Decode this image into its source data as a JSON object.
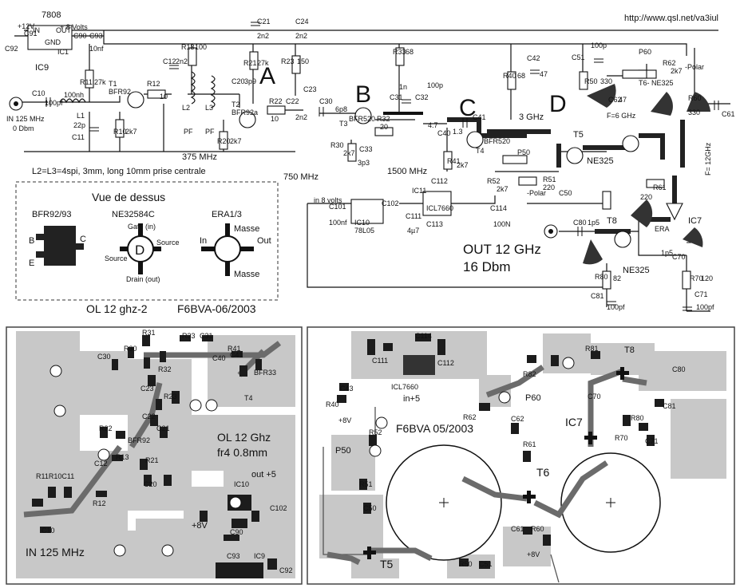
{
  "header": {
    "url": "http://www.qsl.net/va3iul",
    "regulator": "7808",
    "supply_12v": "+12V",
    "supply_8v": "+ 8 Volts",
    "ic9": "IC9",
    "ic1": "IC1",
    "pin_in": "IN",
    "pin_out": "OUT",
    "pin_gnd": "GND"
  },
  "schematic": {
    "input_label": "IN 125 MHz",
    "input_level": "0 Dbm",
    "coil_note": "L2=L3=4spi, 3mm, long 10mm prise centrale",
    "stage_a": "A",
    "stage_b": "B",
    "stage_c": "C",
    "stage_d": "D",
    "freq_375": "375 MHz",
    "freq_750": "750 MHz",
    "freq_1500": "1500 MHz",
    "freq_3g": "3 GHz",
    "freq_6g": "F=6 GHz",
    "freq_12g": "F= 12GHz",
    "supply_8v_node": "in 8 volts",
    "polar": "-Polar",
    "output_label": "OUT 12 GHz",
    "output_level": "16 Dbm",
    "t6_label": "T6- NE325",
    "components": {
      "c10": "C10",
      "c10v": "100pf",
      "c11": "C11",
      "c11v": "22p",
      "r11": "R11",
      "r11v": "27k",
      "l1": "L1",
      "l1v": "100nh",
      "t1": "T1",
      "t1v": "BFR92",
      "r10": "R10",
      "r10v": "2k7",
      "r12": "R12",
      "r12v": "10",
      "c12": "C12",
      "c12v": "2n2",
      "r13": "R13",
      "r13v": "100",
      "l2": "L2",
      "l3": "L3",
      "pf": "PF",
      "c20": "C20",
      "c20v": "3p9",
      "t2": "T2",
      "t2v": "BFR92a",
      "r20": "R20",
      "r20v": "2k7",
      "r21": "R21",
      "r21v": "27k",
      "c21": "C21",
      "c21v": "2n2",
      "r22": "R22",
      "r22v": "10",
      "c22": "C22",
      "c22v": "2n2",
      "r23": "R23",
      "r23v": "150",
      "c23": "C23",
      "c24": "C24",
      "c24v": "2n2",
      "c30": "C30",
      "c30v": "6p8",
      "t3": "T3",
      "t3v": "BFR520",
      "r30": "R30",
      "r30v": "2k7",
      "c33": "C33",
      "c33v": "3p3",
      "r32": "R32",
      "r32v": "20",
      "r33": "R33",
      "r33v": "68",
      "c31": "C31",
      "c31v": "1n",
      "c32": "C32",
      "c32v": "100p",
      "c40": "C40",
      "c40v": "4.7",
      "c41": "C41",
      "c41v": "1.3",
      "t4": "T4",
      "t4v": "BFR520",
      "r40": "R40",
      "r40v": "68",
      "c42": "C42",
      "c42v": "47",
      "r41": "R41",
      "r41v": "2k7",
      "t5": "T5",
      "t5v": "NE325",
      "p50": "P50",
      "c50": "C50",
      "r50": "R50",
      "r50v": "330",
      "c51": "C51",
      "c51v": "100p",
      "r51": "R51",
      "r51v": "220",
      "r52": "R52",
      "r52v": "2k7",
      "p60": "P60",
      "r60": "R60",
      "r60v": "330",
      "r61": "R61",
      "r61v": "220",
      "r62": "R62",
      "r62v": "2k7",
      "c61": "C61",
      "c62": "C62",
      "c62v": "47",
      "t8": "T8",
      "t8v": "NE325",
      "c70": "C70",
      "c70v": "1p5",
      "ic7": "IC7",
      "era": "ERA",
      "r70": "R70",
      "r70v": "120",
      "c71": "C71",
      "c71v": "100pf",
      "c80": "C80",
      "c80v": "1p5",
      "r80": "R80",
      "r80v": "82",
      "c81": "C81",
      "c81v": "100pf",
      "c90": "C90",
      "c91": "C91",
      "c92": "C92",
      "c93": "C93",
      "c93v": "10nf",
      "c101": "C101",
      "c101v": "100nf",
      "c102": "C102",
      "ic10": "IC10",
      "ic10v": "78L05",
      "ic11": "IC11",
      "ic11v": "ICL7660",
      "c111": "C111",
      "c111v": "4µ7",
      "c112": "C112",
      "c113": "C113",
      "c114": "C114",
      "c114v": "100N"
    }
  },
  "pinout_box": {
    "title": "Vue de dessus",
    "bfr_title": "BFR92/93",
    "ne_title": "NE32584C",
    "era_title": "ERA1/3",
    "pin_b": "B",
    "pin_c": "C",
    "pin_e": "E",
    "gate": "Gate (in)",
    "source_l": "Source",
    "source_r": "Source",
    "drain": "Drain (out)",
    "ne_letter": "D",
    "era_in": "In",
    "era_out": "Out",
    "masse_top": "Masse",
    "masse_bottom": "Masse"
  },
  "credits": {
    "title": "OL 12 ghz-2",
    "author": "F6BVA-06/2003"
  },
  "pcb_left": {
    "title": "OL 12 Ghz",
    "substrate": "fr4 0.8mm",
    "out5": "out +5",
    "plus8": "+8V",
    "input": "IN 125 MHz",
    "labels": {
      "r31": "R31",
      "r30": "R30",
      "r32": "R32",
      "r33": "R33",
      "c31": "C31",
      "c30": "C30",
      "r41": "R41",
      "c41": "C41",
      "c40": "C40",
      "bfr33": "BFR33",
      "t4": "T4",
      "c23": "C23",
      "r23": "R23",
      "c22": "C22",
      "r22": "R22",
      "c21": "C21",
      "bfr92": "BFR92",
      "r21": "R21",
      "c12": "C12",
      "r13": "R13",
      "c20": "C20",
      "r1": "R11R10C11",
      "r12": "R12",
      "ic10": "IC10",
      "c102": "C102",
      "c10": "C10",
      "c90": "C90",
      "c93": "C93",
      "ic9": "IC9",
      "c92": "C92"
    }
  },
  "pcb_right": {
    "title": "F6BVA 05/2003",
    "icl": "ICL7660",
    "in5": "in+5",
    "plus8a": "+8V",
    "plus8b": "+8V",
    "labels": {
      "c114": "C114",
      "c111": "C111",
      "c112": "C112",
      "c43": "C43",
      "r40": "R40",
      "r52": "R52",
      "p50": "P50",
      "r51": "R51",
      "c50": "C50",
      "r81": "R81",
      "t8": "T8",
      "c80": "C80",
      "r82": "R82",
      "p60": "P60",
      "r62": "R62",
      "c62": "C62",
      "r61": "R61",
      "c70": "C70",
      "ic7": "IC7",
      "r80": "R80",
      "c81": "C81",
      "r70": "R70",
      "c71": "C71",
      "t6": "T6",
      "c61": "C61",
      "r60": "R60",
      "t5": "T5",
      "r50": "R50",
      "c51": "C51"
    }
  }
}
